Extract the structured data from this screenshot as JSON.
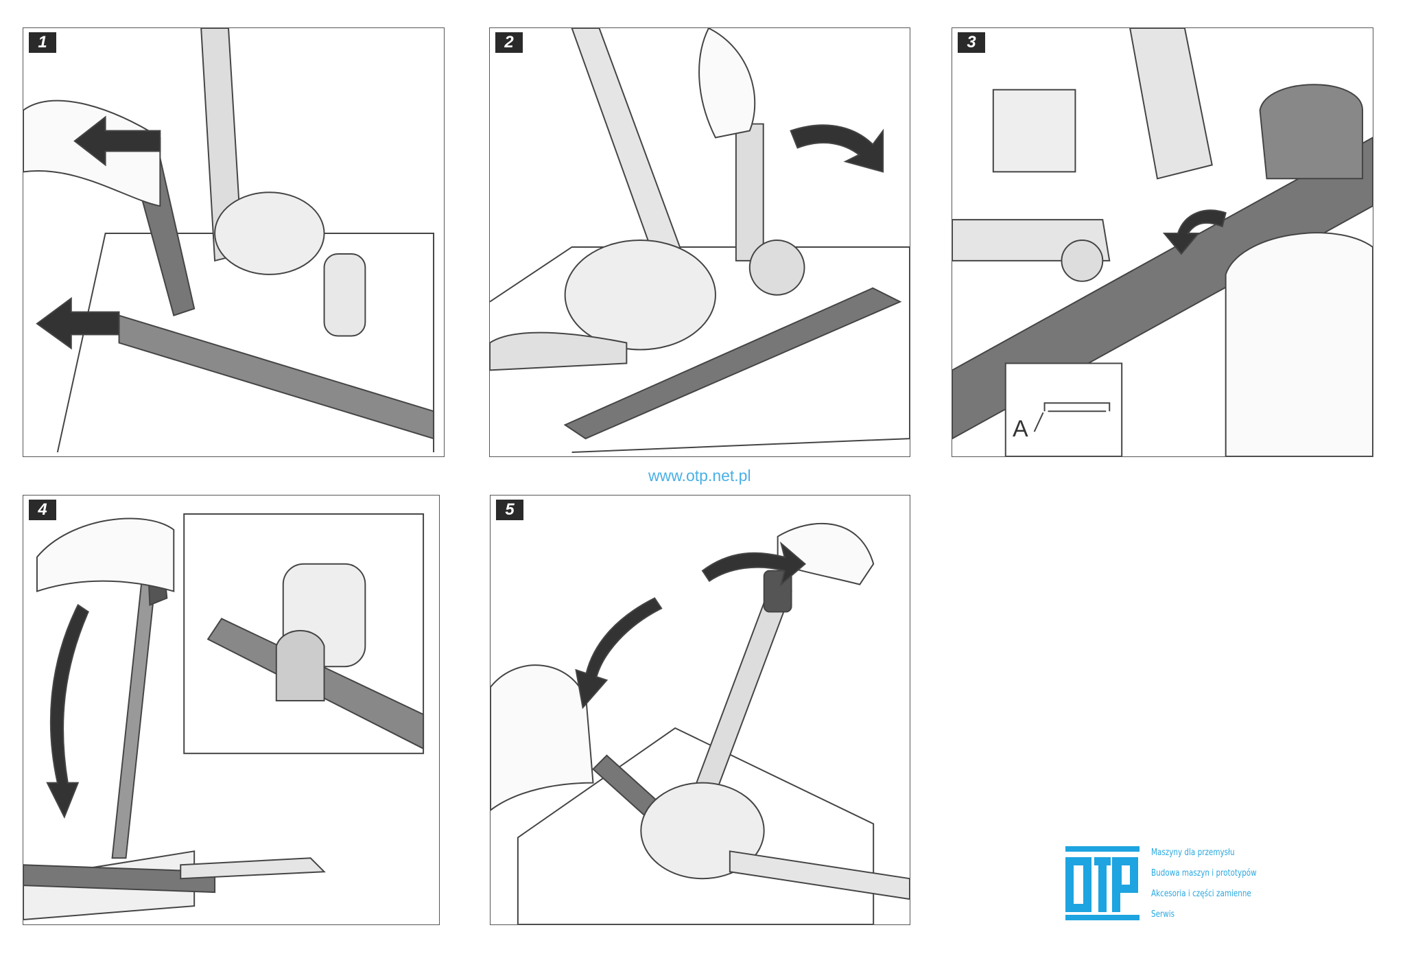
{
  "steps": [
    {
      "number": "1"
    },
    {
      "number": "2"
    },
    {
      "number": "3",
      "inset_label": "A"
    },
    {
      "number": "4"
    },
    {
      "number": "5"
    }
  ],
  "footer": {
    "url": "www.otp.net.pl"
  },
  "logo": {
    "text": "OTP",
    "accent": "#1ea4e0",
    "taglines": [
      "Maszyny dla przemysłu",
      "Budowa maszyn i prototypów",
      "Akcesoria i części zamienne",
      "Serwis"
    ]
  }
}
